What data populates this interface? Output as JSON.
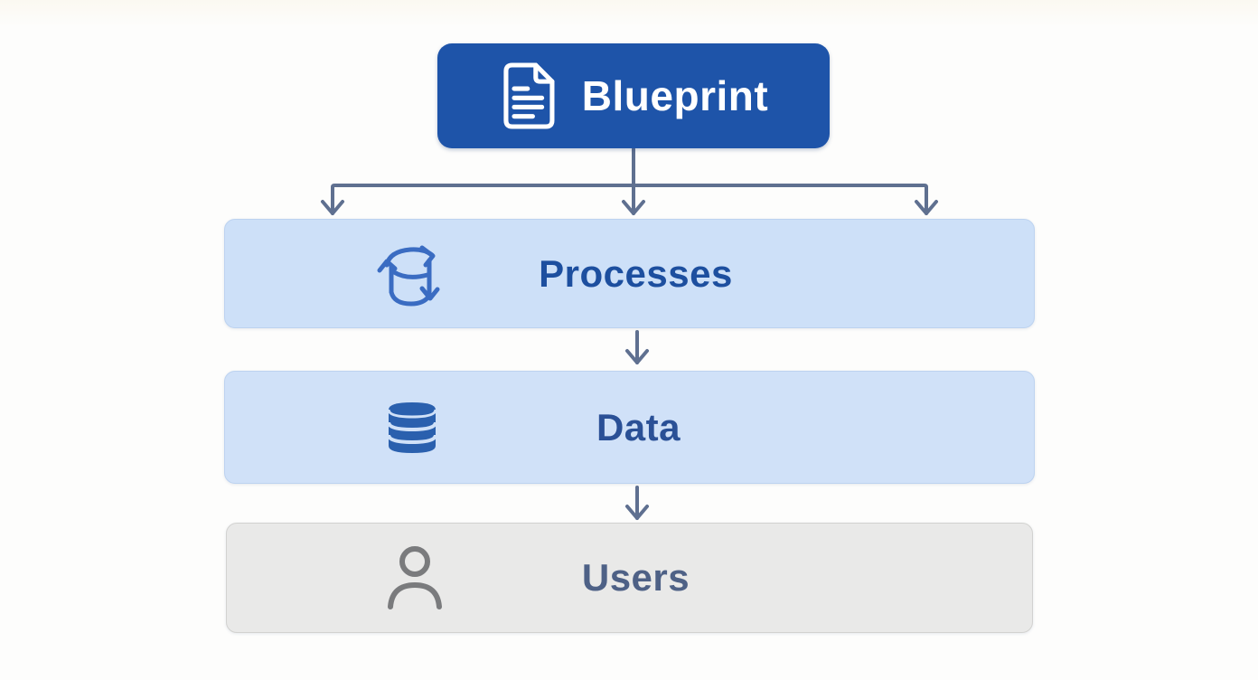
{
  "diagram": {
    "nodes": {
      "blueprint": {
        "label": "Blueprint",
        "icon": "document-icon",
        "fill": "#1e54a9",
        "text_color": "#ffffff"
      },
      "processes": {
        "label": "Processes",
        "icon": "sync-database-icon",
        "fill": "#cde0f8",
        "text_color": "#1d4f9f"
      },
      "data": {
        "label": "Data",
        "icon": "database-icon",
        "fill": "#d0e1f8",
        "text_color": "#2a5096"
      },
      "users": {
        "label": "Users",
        "icon": "user-icon",
        "fill": "#e9e9e8",
        "text_color": "#4e6186"
      }
    },
    "edges": [
      {
        "from": "blueprint",
        "to": "processes",
        "style": "three-branch-down-arrows"
      },
      {
        "from": "processes",
        "to": "data",
        "style": "down-arrow"
      },
      {
        "from": "data",
        "to": "users",
        "style": "down-arrow"
      }
    ],
    "arrow_color": "#5f7090"
  }
}
